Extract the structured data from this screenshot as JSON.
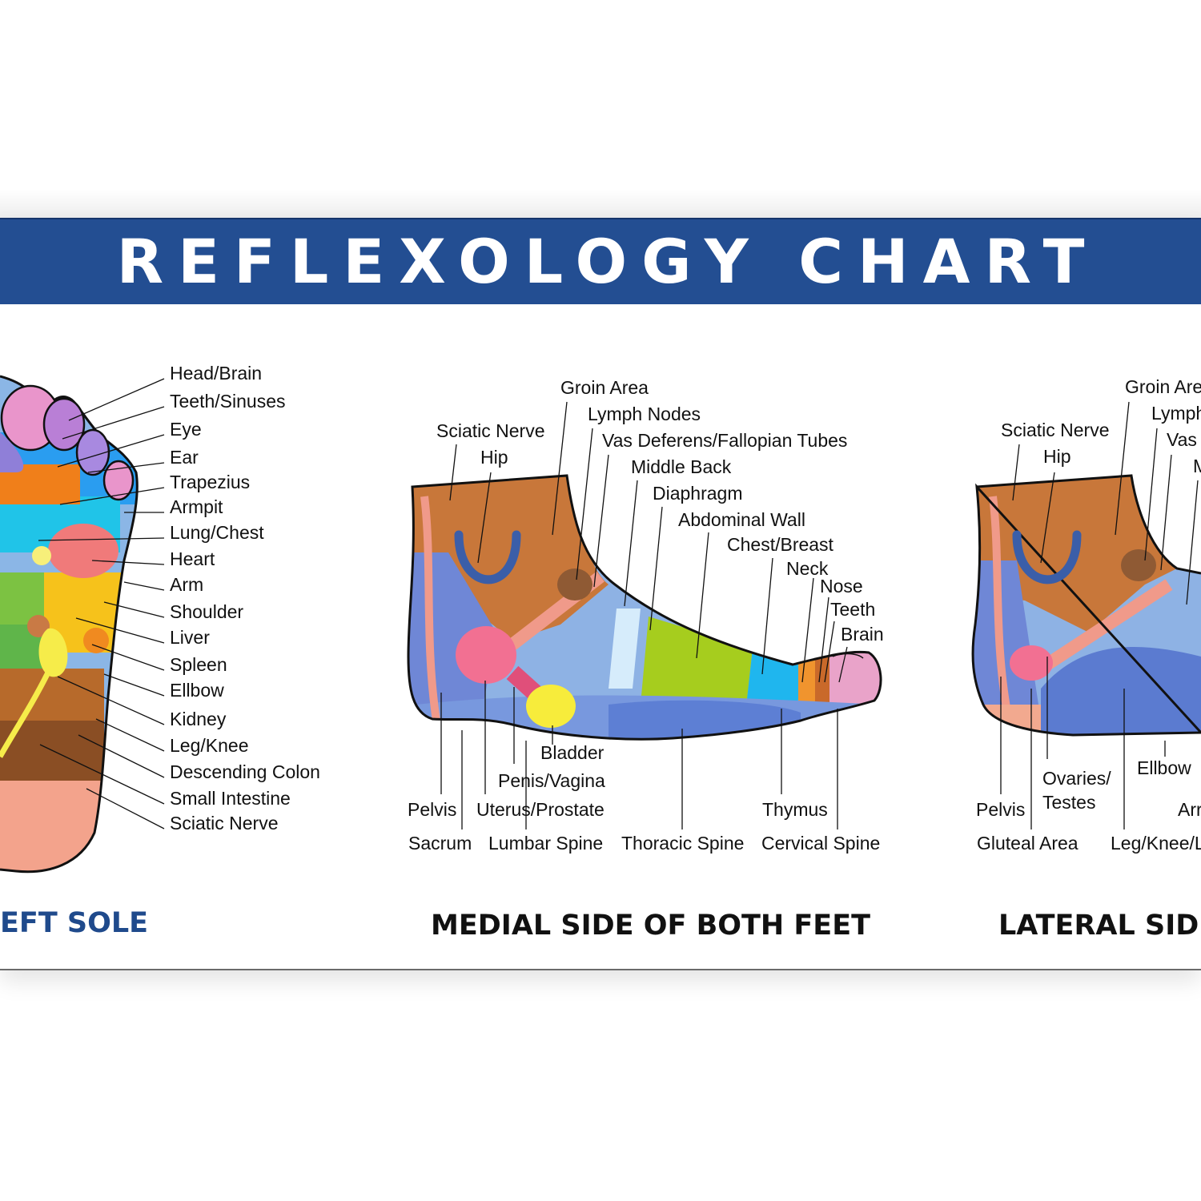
{
  "title": "REFLEXOLOGY CHART",
  "sole": {
    "caption": "EFT SOLE",
    "labels": [
      "Head/Brain",
      "Teeth/Sinuses",
      "Eye",
      "Ear",
      "Trapezius",
      "Armpit",
      "Lung/Chest",
      "Heart",
      "Arm",
      "Shoulder",
      "Liver",
      "Spleen",
      "Ellbow",
      "Kidney",
      "Leg/Knee",
      "Descending Colon",
      "Small Intestine",
      "Sciatic Nerve"
    ]
  },
  "medial": {
    "caption": "MEDIAL SIDE OF BOTH FEET",
    "top_labels": [
      "Groin Area",
      "Lymph Nodes",
      "Vas Deferens/Fallopian Tubes",
      "Middle Back",
      "Diaphragm",
      "Abdominal Wall",
      "Chest/Breast",
      "Neck",
      "Nose",
      "Teeth",
      "Brain",
      "Sciatic Nerve",
      "Hip"
    ],
    "bottom_labels": [
      "Bladder",
      "Penis/Vagina",
      "Pelvis",
      "Uterus/Prostate",
      "Thymus",
      "Sacrum",
      "Lumbar Spine",
      "Thoracic Spine",
      "Cervical Spine"
    ]
  },
  "lateral": {
    "caption": "LATERAL SIDE",
    "labels": [
      "Groin Are",
      "Lymph",
      "Vas",
      "M",
      "Sciatic Nerve",
      "Hip",
      "Ovaries/",
      "Testes",
      "Ellbow",
      "Pelvis",
      "Arr",
      "Gluteal Area",
      "Leg/Knee/L"
    ]
  },
  "colors": {
    "banner": "#234e92",
    "sole_caption": "#1f4a8c",
    "caption": "#111111"
  }
}
